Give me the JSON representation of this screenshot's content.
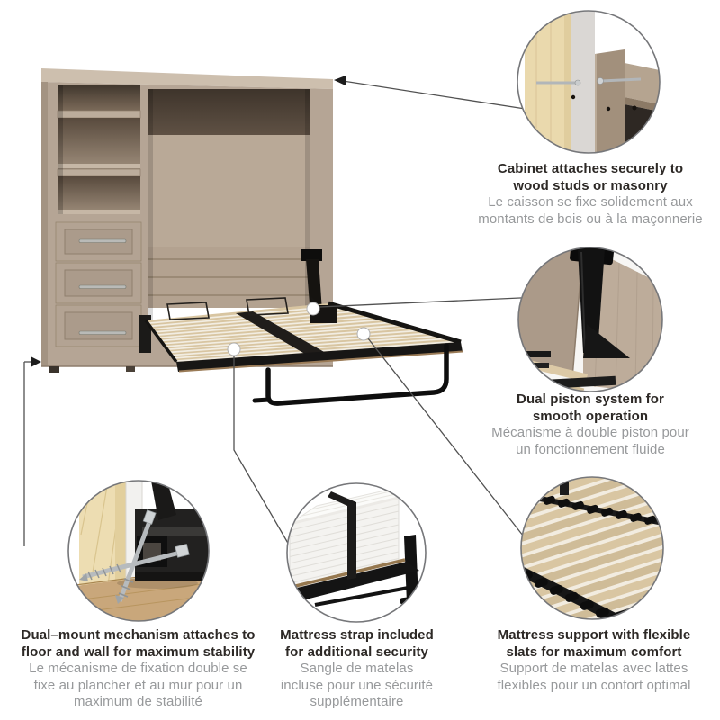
{
  "figure": {
    "type": "product-feature-diagram",
    "subject": "wall-bed-with-storage"
  },
  "colors": {
    "background": "#ffffff",
    "cabinet_wood": "#b5a595",
    "cabinet_top": "#cdbfae",
    "interior_shadow": "#44382e",
    "slat_wood": "#d8c5a1",
    "pale_stud_wood": "#ead9ad",
    "floor_wood": "#c9a77b",
    "metal_black": "#161616",
    "screw_silver": "#b7bbbe",
    "heading_text": "#2d2926",
    "subtitle_text": "#97999b",
    "leader_line": "#515151",
    "circle_border": "#76777a"
  },
  "callouts": [
    {
      "id": "cabinet-attachment",
      "position": "top-right",
      "title_lines": [
        "Cabinet attaches securely to",
        "wood studs or masonry"
      ],
      "subtitle_lines": [
        "Le caisson se fixe solidement aux",
        "montants de bois ou à la maçonnerie"
      ]
    },
    {
      "id": "dual-piston",
      "position": "middle-right",
      "title_lines": [
        "Dual piston system for",
        "smooth operation"
      ],
      "subtitle_lines": [
        "Mécanisme à double piston pour",
        "un fonctionnement fluide"
      ]
    },
    {
      "id": "dual-mount",
      "position": "bottom-left",
      "title_lines": [
        "Dual–mount mechanism attaches to",
        "floor and wall for maximum stability"
      ],
      "subtitle_lines": [
        "Le mécanisme de fixation double se",
        "fixe au plancher et au mur pour un",
        "maximum de stabilité"
      ]
    },
    {
      "id": "mattress-strap",
      "position": "bottom-center",
      "title_lines": [
        "Mattress strap included",
        "for additional security"
      ],
      "subtitle_lines": [
        "Sangle de matelas",
        "incluse pour une sécurité",
        "supplémentaire"
      ]
    },
    {
      "id": "slat-support",
      "position": "bottom-right",
      "title_lines": [
        "Mattress support with flexible",
        "slats for maximum comfort"
      ],
      "subtitle_lines": [
        "Support de matelas avec lattes",
        "flexibles pour un confort optimal"
      ]
    }
  ]
}
